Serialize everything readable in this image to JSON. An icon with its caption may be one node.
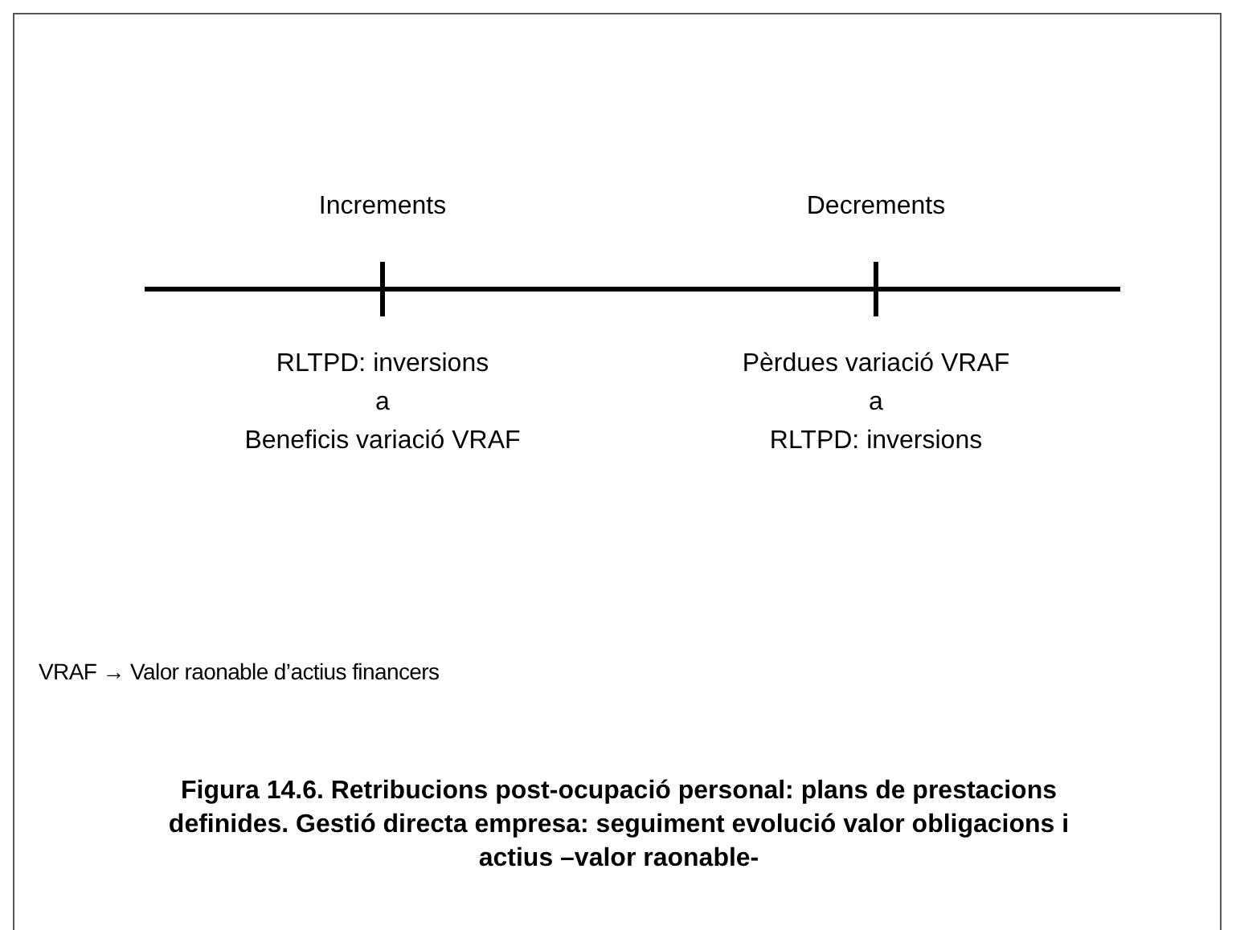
{
  "diagram": {
    "caption": "Figura 14.6. Retribucions post-ocupació personal: plans de prestacions definides. Gestió directa empresa: seguiment evolució valor obligacions i actius –valor raonable-",
    "labels": [
      "Increments",
      "Decrements",
      "RLTPD: inversions",
      "a",
      "Beneficis variació VRAF",
      "Pèrdues variació VRAF",
      "a",
      "RLTPD: inversions",
      "VRAF → Valor raonable d’actius financers"
    ]
  }
}
